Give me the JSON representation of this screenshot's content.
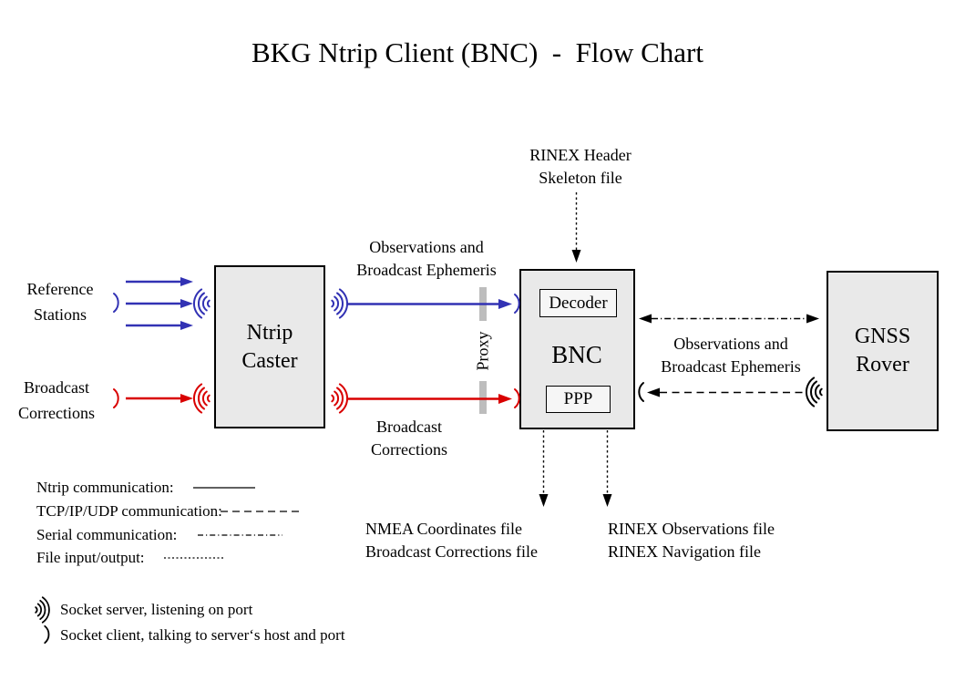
{
  "title": "BKG Ntrip Client (BNC)  -  Flow Chart",
  "colors": {
    "ntrip_blue": "#3232b4",
    "corrections_red": "#d90000",
    "line_black": "#000000",
    "box_fill": "#e9e9e9",
    "inner_box_fill": "#f6f6f6",
    "proxy_bar_gray": "#bdbdbd"
  },
  "boxes": {
    "ntrip_caster": {
      "line1": "Ntrip",
      "line2": "Caster"
    },
    "bnc": {
      "label": "BNC",
      "decoder": "Decoder",
      "ppp": "PPP"
    },
    "gnss_rover": {
      "line1": "GNSS",
      "line2": "Rover"
    }
  },
  "labels": {
    "reference_stations": {
      "line1": "Reference",
      "line2": "Stations"
    },
    "broadcast_corrections_input": {
      "line1": "Broadcast",
      "line2": "Corrections"
    },
    "observations_to_bnc": {
      "line1": "Observations and",
      "line2": "Broadcast Ephemeris"
    },
    "broadcast_corrections_to_bnc": {
      "line1": "Broadcast",
      "line2": "Corrections"
    },
    "rinex_header_skeleton": {
      "line1": "RINEX Header",
      "line2": "Skeleton file"
    },
    "observations_to_rover": {
      "line1": "Observations and",
      "line2": "Broadcast Ephemeris"
    },
    "proxy": "Proxy",
    "nmea_output": {
      "line1": "NMEA Coordinates file",
      "line2": "Broadcast Corrections file"
    },
    "rinex_output": {
      "line1": "RINEX Observations file",
      "line2": "RINEX Navigation file"
    }
  },
  "legend": {
    "line_types": [
      {
        "label": "Ntrip communication:",
        "style": "solid"
      },
      {
        "label": "TCP/IP/UDP communication:",
        "style": "dashed"
      },
      {
        "label": "Serial communication:",
        "style": "dashdot"
      },
      {
        "label": "File input/output:",
        "style": "dotted"
      }
    ],
    "socket_server": "Socket server, listening on port",
    "socket_client": "Socket client, talking to server‘s host and port"
  }
}
